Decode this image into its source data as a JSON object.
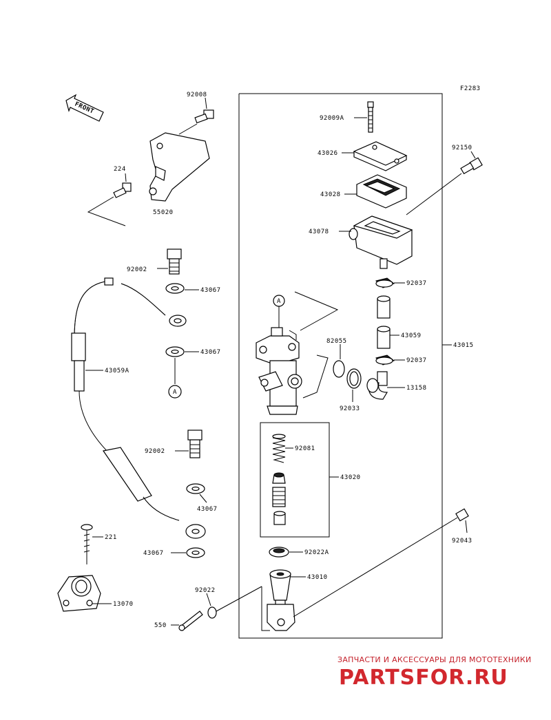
{
  "figure_code": "F2283",
  "front_label": "FRONT",
  "callout_a": "A",
  "parts": {
    "p92008": "92008",
    "p224": "224",
    "p55020": "55020",
    "p92002_top": "92002",
    "p43067_1": "43067",
    "p43067_2": "43067",
    "p43059A": "43059A",
    "p92002_bot": "92002",
    "p43067_3": "43067",
    "p43067_4": "43067",
    "p221": "221",
    "p13070": "13070",
    "p92022": "92022",
    "p550": "550",
    "p92009A": "92009A",
    "p43026": "43026",
    "p43028": "43028",
    "p43078": "43078",
    "p92150": "92150",
    "p92037_top": "92037",
    "p43059": "43059",
    "p92037_bot": "92037",
    "p43015": "43015",
    "p82055": "82055",
    "p92033": "92033",
    "p13158": "13158",
    "p92081": "92081",
    "p43020": "43020",
    "p92022A": "92022A",
    "p43010": "43010",
    "p92043": "92043"
  },
  "watermark": {
    "tagline": "ЗАПЧАСТИ И АКСЕССУАРЫ ДЛЯ МОТОТЕХНИКИ",
    "brand": "PARTSFOR.RU"
  },
  "colors": {
    "watermark": "#d2282e",
    "ink": "#000000"
  }
}
